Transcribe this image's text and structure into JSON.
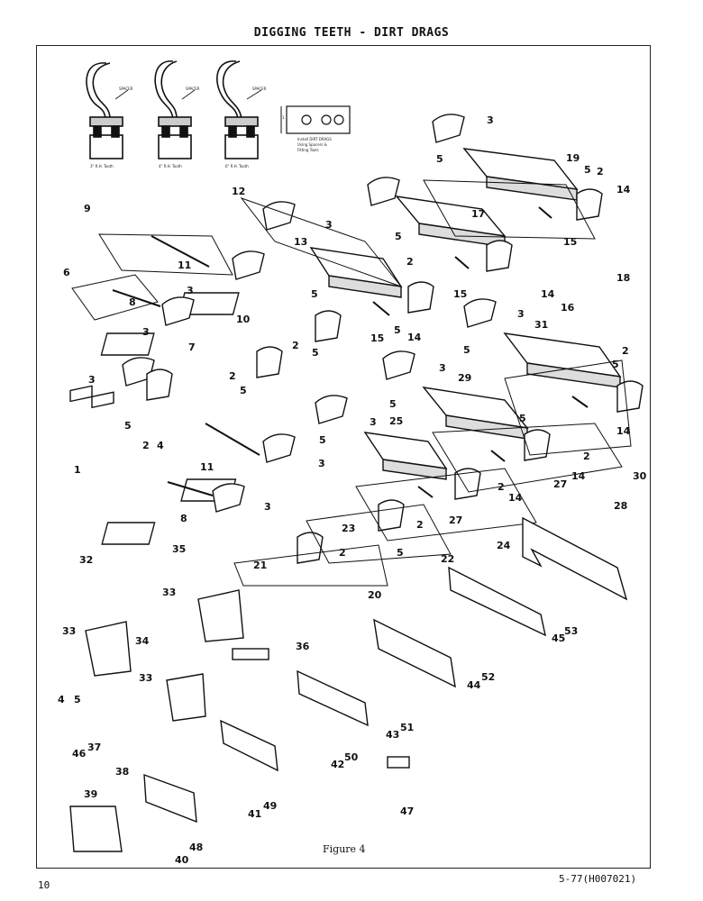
{
  "page": {
    "title": "DIGGING TEETH - DIRT DRAGS",
    "page_number": "10",
    "doc_code": "5-77(H007021)",
    "figure_caption": "Figure 4"
  },
  "inset_notes": {
    "tooth_labels": [
      "3\" R.H. Tooth",
      "4\" R.H. Tooth",
      "6\" R.H. Tooth"
    ],
    "spacer_tags": [
      "SPACER",
      "SPACER",
      "SPACER"
    ],
    "dimension_label": "1",
    "note": [
      "Install DIRT DRAGS",
      "Using Spacers &",
      "Fitting Tools"
    ]
  },
  "callouts": {
    "teeth_group": [
      "3",
      "19",
      "5",
      "2",
      "14",
      "15",
      "18",
      "5",
      "12",
      "17",
      "5",
      "15",
      "16",
      "9",
      "13",
      "3",
      "5",
      "2",
      "14",
      "6",
      "11",
      "3",
      "5",
      "14",
      "10",
      "15",
      "5",
      "2",
      "8",
      "3",
      "7",
      "3",
      "31",
      "5",
      "2",
      "5",
      "3",
      "2",
      "5",
      "3",
      "5",
      "14",
      "29",
      "30",
      "4",
      "1",
      "2",
      "5",
      "3",
      "25",
      "5",
      "2",
      "14",
      "28",
      "11",
      "3",
      "5",
      "27",
      "2",
      "14",
      "24",
      "27",
      "23",
      "2",
      "3",
      "8",
      "21",
      "2",
      "5",
      "22",
      "20"
    ],
    "drag_group": [
      "32",
      "35",
      "33",
      "33",
      "33",
      "34",
      "36",
      "4",
      "5",
      "45",
      "53",
      "44",
      "52",
      "43",
      "51",
      "42",
      "50",
      "41",
      "49",
      "37",
      "46",
      "38",
      "39",
      "40",
      "48",
      "47"
    ]
  }
}
